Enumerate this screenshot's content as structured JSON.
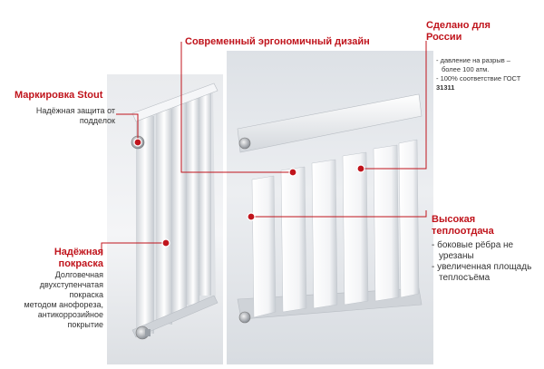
{
  "callouts": {
    "marking": {
      "title": "Маркировка Stout",
      "desc_line1": "Надёжная защита от",
      "desc_line2": "подделок"
    },
    "design": {
      "title": "Современный эргономичный дизайн"
    },
    "russia": {
      "title_line1": "Сделано для",
      "title_line2": "России",
      "item1_line1": "- давление на разрыв –",
      "item1_line2": "более 100 атм.",
      "item2_line1": "- 100% соответствие ГОСТ",
      "item2_line2": "31311"
    },
    "coating": {
      "title_line1": "Надёжная",
      "title_line2": "покраска",
      "desc_line1": "Долговечная",
      "desc_line2": "двухступенчатая покраска",
      "desc_line3": "методом анофореза,",
      "desc_line4": "антикоррозийное покрытие"
    },
    "heat": {
      "title_line1": "Высокая",
      "title_line2": "теплоотдача",
      "item1_line1": "- боковые рёбра не",
      "item1_line2": "урезаны",
      "item2_line1": "- увеличенная площадь",
      "item2_line2": "теплосъёма"
    }
  },
  "colors": {
    "accent": "#c0141c",
    "text": "#333333",
    "line": "#c0141c"
  }
}
